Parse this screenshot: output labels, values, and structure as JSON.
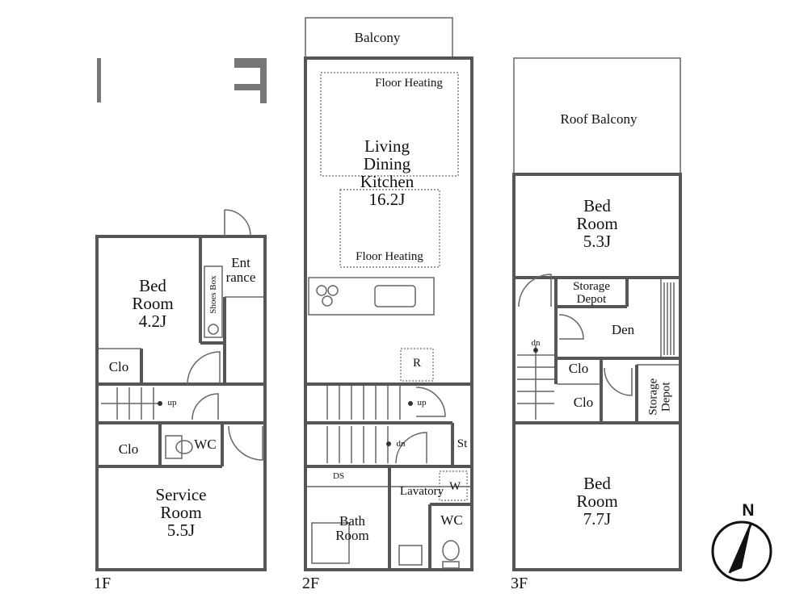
{
  "floors": {
    "f1": {
      "label": "1F",
      "bedroom": {
        "name_l1": "Bed",
        "name_l2": "Room",
        "size": "4.2J"
      },
      "entrance": {
        "l1": "Ent",
        "l2": "rance"
      },
      "shoes_box": "Shoes Box",
      "closet_a": "Clo",
      "closet_b": "Clo",
      "wc": "WC",
      "stair_up": "up",
      "service": {
        "name_l1": "Service",
        "name_l2": "Room",
        "size": "5.5J"
      }
    },
    "f2": {
      "label": "2F",
      "balcony": "Balcony",
      "floor_heating_top": "Floor Heating",
      "floor_heating_bottom": "Floor Heating",
      "ldk": {
        "l1": "Living",
        "l2": "Dining",
        "l3": "Kitchen",
        "size": "16.2J"
      },
      "fridge": "R",
      "stair_up": "up",
      "stair_dn": "dn",
      "storage": "St",
      "ds": "DS",
      "lavatory": "Lavatory",
      "washer": "W",
      "bath": {
        "l1": "Bath",
        "l2": "Room"
      },
      "wc": "WC"
    },
    "f3": {
      "label": "3F",
      "roof_balcony": "Roof Balcony",
      "bed_top": {
        "name_l1": "Bed",
        "name_l2": "Room",
        "size": "5.3J"
      },
      "storage_depot_a": {
        "l1": "Storage",
        "l2": "Depot"
      },
      "den": "Den",
      "stair_dn": "dn",
      "closet_a": "Clo",
      "closet_b": "Clo",
      "storage_depot_b": {
        "l1": "Storage",
        "l2": "Depot"
      },
      "bed_bottom": {
        "name_l1": "Bed",
        "name_l2": "Room",
        "size": "7.7J"
      }
    }
  },
  "compass": {
    "label": "N"
  }
}
